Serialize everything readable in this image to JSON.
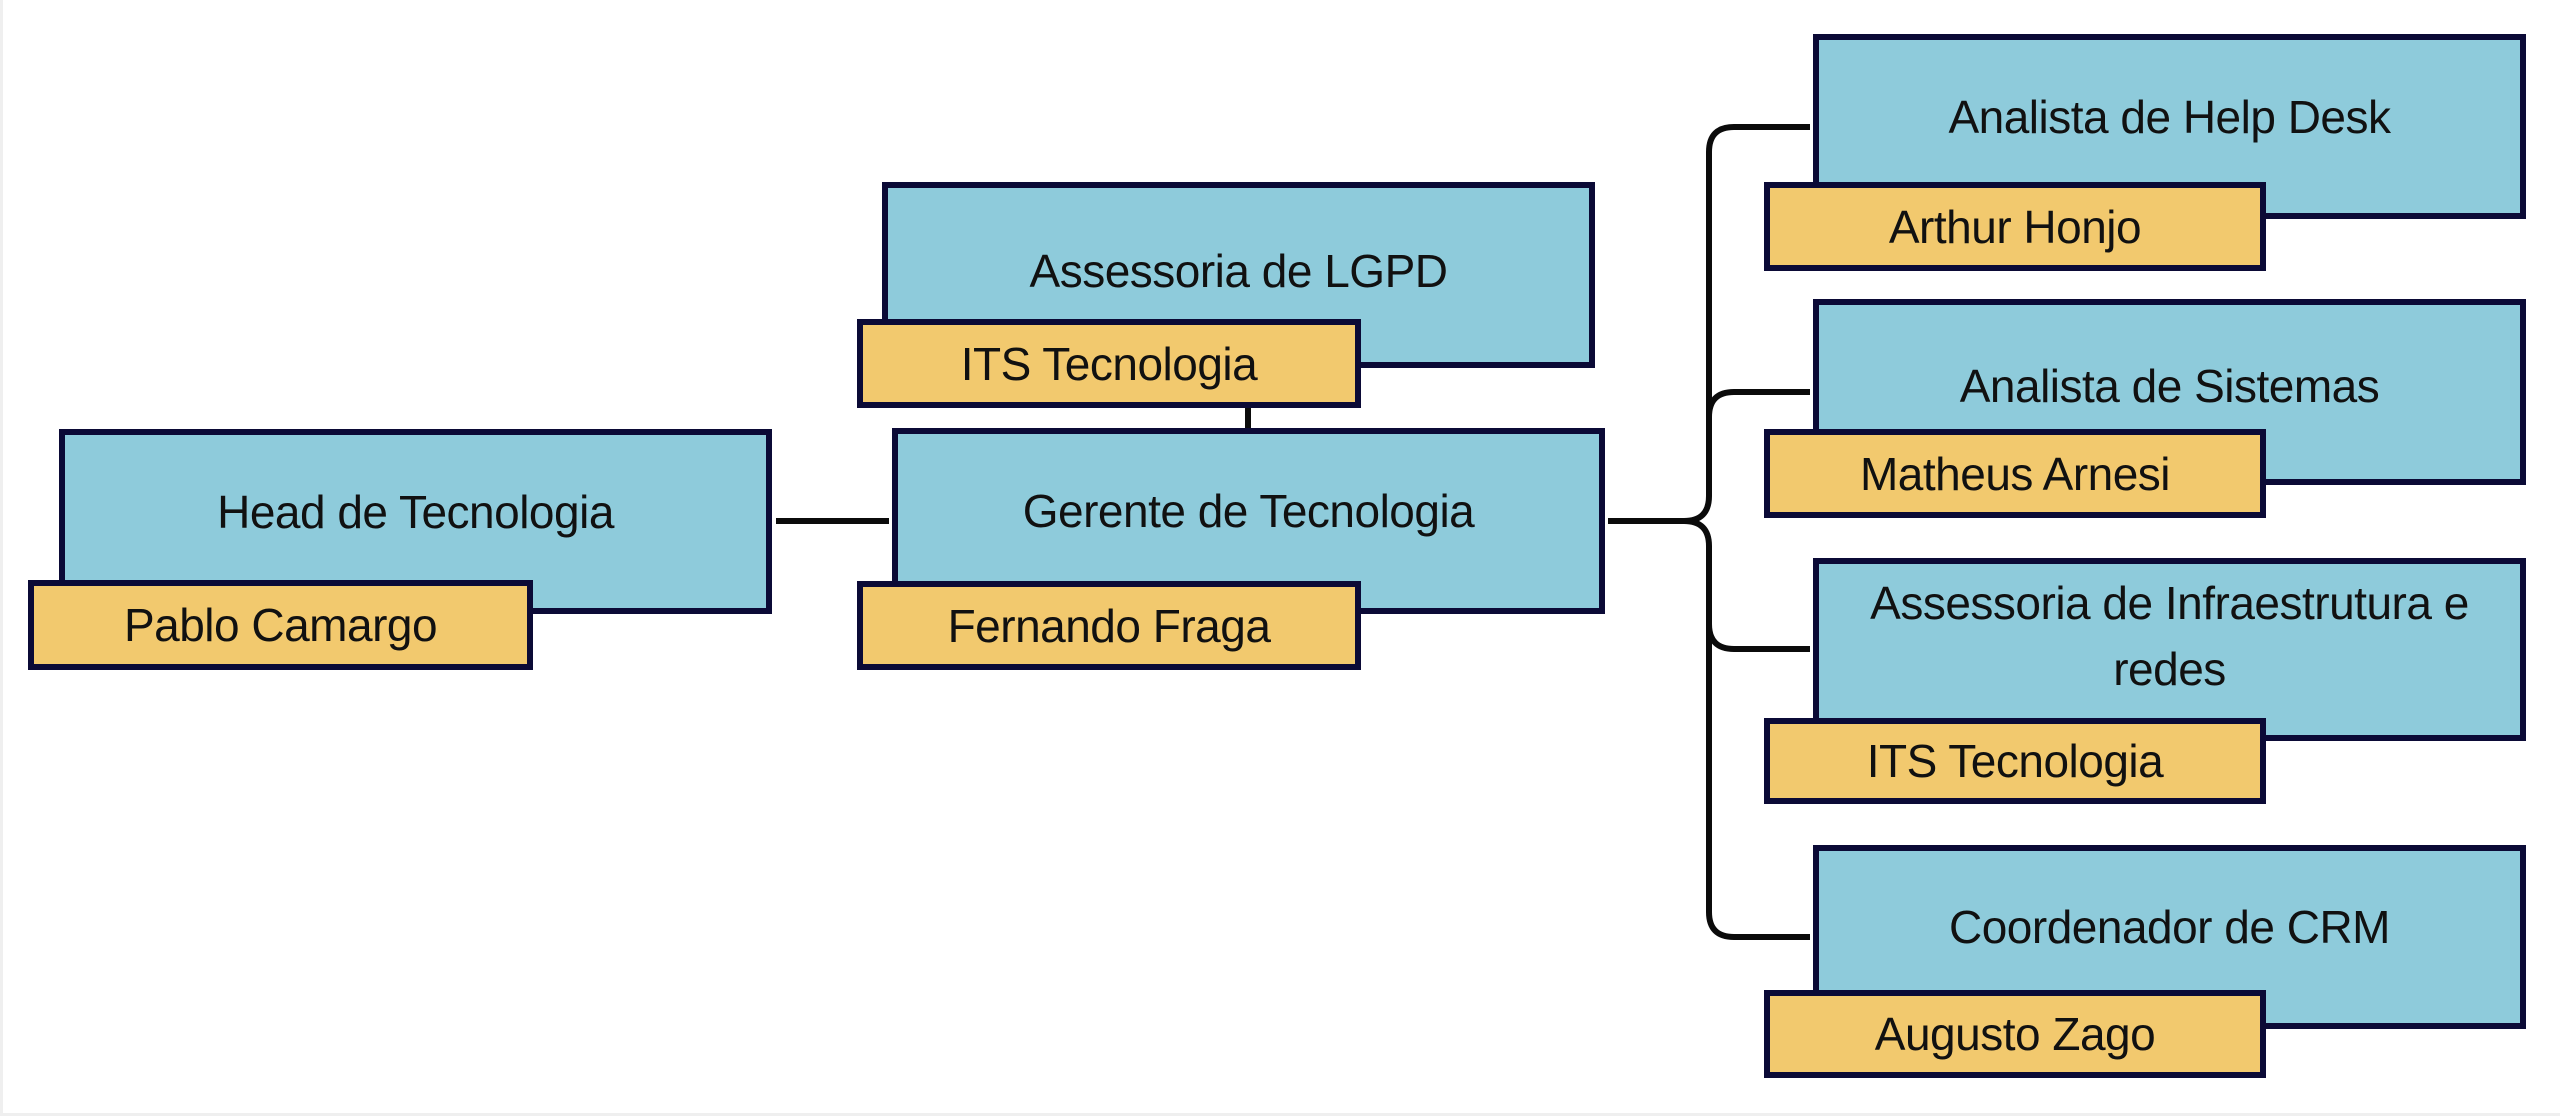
{
  "diagram": {
    "type": "org-chart",
    "colors": {
      "role_fill": "#8ecbdb",
      "person_fill": "#f2c96e",
      "border": "#0b0a36",
      "connector": "#0b0b0b"
    },
    "nodes": {
      "head": {
        "role": "Head de Tecnologia",
        "person": "Pablo Camargo"
      },
      "lgpd": {
        "role": "Assessoria de LGPD",
        "person": "ITS Tecnologia"
      },
      "gerente": {
        "role": "Gerente de Tecnologia",
        "person": "Fernando Fraga"
      },
      "helpdesk": {
        "role": "Analista de Help Desk",
        "person": "Arthur Honjo"
      },
      "sistemas": {
        "role": "Analista de Sistemas",
        "person": "Matheus Arnesi"
      },
      "infra": {
        "role": "Assessoria de Infraestrutura e redes",
        "person": "ITS Tecnologia"
      },
      "crm": {
        "role": "Coordenador de CRM",
        "person": "Augusto Zago"
      }
    },
    "edges": [
      {
        "from": "head",
        "to": "gerente"
      },
      {
        "from": "gerente",
        "to": "lgpd"
      },
      {
        "from": "gerente",
        "to": "helpdesk"
      },
      {
        "from": "gerente",
        "to": "sistemas"
      },
      {
        "from": "gerente",
        "to": "infra"
      },
      {
        "from": "gerente",
        "to": "crm"
      }
    ]
  }
}
